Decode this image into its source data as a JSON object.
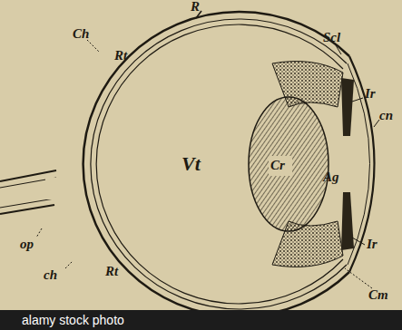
{
  "diagram": {
    "labels": [
      "R",
      "Scl",
      "Ch",
      "Rt",
      "Ir",
      "cn",
      "Vt",
      "Cr",
      "Ag",
      "op",
      "ch",
      "Rt",
      "Ir",
      "Cm",
      "alamy stock photo"
    ]
  }
}
